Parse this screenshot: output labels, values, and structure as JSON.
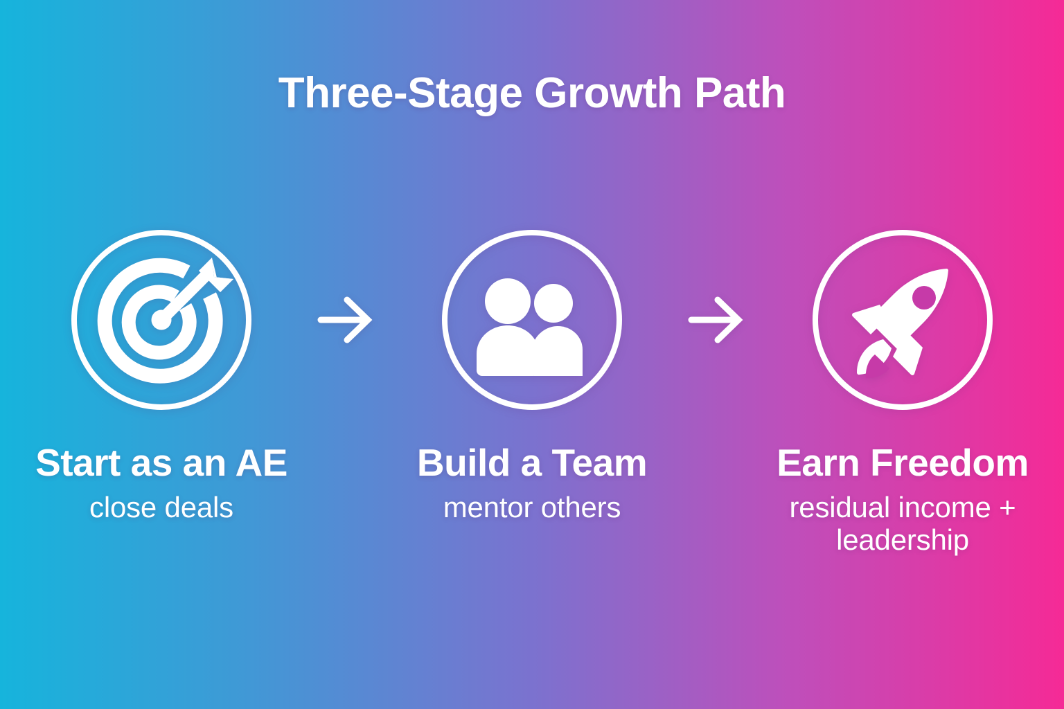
{
  "graphic": {
    "title": "Three-Stage Growth Path",
    "background": {
      "start_color": "#16B4DC",
      "mid_color": "#7B72CF",
      "end_color": "#F52A96",
      "direction": "horizontal-left-to-right"
    },
    "text_color": "#FFFFFF"
  },
  "stages": [
    {
      "icon": "target-arrow-icon",
      "heading": "Start as an AE",
      "subtitle": "close deals"
    },
    {
      "icon": "team-people-icon",
      "heading": "Build a Team",
      "subtitle": "mentor others"
    },
    {
      "icon": "rocket-icon",
      "heading": "Earn Freedom",
      "subtitle": "residual income + leadership"
    }
  ],
  "connectors": [
    {
      "icon": "arrow-right-icon"
    },
    {
      "icon": "arrow-right-icon"
    }
  ]
}
